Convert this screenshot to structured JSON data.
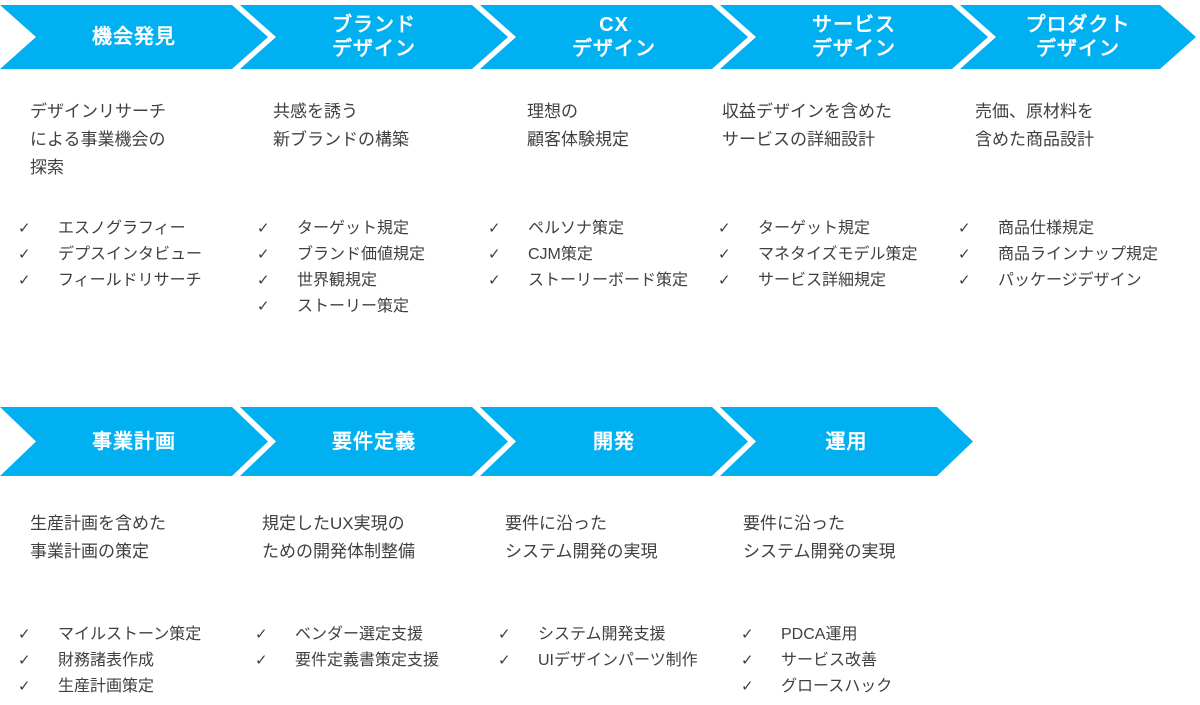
{
  "colors": {
    "chevron_blue": "#00B0F0",
    "title_text": "#ffffff",
    "body_text": "#404040"
  },
  "check_glyph": "✓",
  "rows": [
    {
      "name": "design-process",
      "stages": [
        {
          "title": "機会発見",
          "description": "デザインリサーチ\nによる事業機会の\n探索",
          "items": [
            "エスノグラフィー",
            "デプスインタビュー",
            "フィールドリサーチ"
          ]
        },
        {
          "title": "ブランド\nデザイン",
          "description": "共感を誘う\n新ブランドの構築",
          "items": [
            "ターゲット規定",
            "ブランド価値規定",
            "世界観規定",
            "ストーリー策定"
          ]
        },
        {
          "title": "CX\nデザイン",
          "description": "理想の\n顧客体験規定",
          "items": [
            "ペルソナ策定",
            "CJM策定",
            "ストーリーボード策定"
          ]
        },
        {
          "title": "サービス\nデザイン",
          "description": "収益デザインを含めた\nサービスの詳細設計",
          "items": [
            "ターゲット規定",
            "マネタイズモデル策定",
            "サービス詳細規定"
          ]
        },
        {
          "title": "プロダクト\nデザイン",
          "description": "売価、原材料を\n含めた商品設計",
          "items": [
            "商品仕様規定",
            "商品ラインナップ規定",
            "パッケージデザイン"
          ]
        }
      ]
    },
    {
      "name": "delivery-process",
      "stages": [
        {
          "title": "事業計画",
          "description": "生産計画を含めた\n事業計画の策定",
          "items": [
            "マイルストーン策定",
            "財務諸表作成",
            "生産計画策定"
          ]
        },
        {
          "title": "要件定義",
          "description": "規定したUX実現の\nための開発体制整備",
          "items": [
            "ベンダー選定支援",
            "要件定義書策定支援"
          ]
        },
        {
          "title": "開発",
          "description": "要件に沿った\nシステム開発の実現",
          "items": [
            "システム開発支援",
            "UIデザインパーツ制作"
          ]
        },
        {
          "title": "運用",
          "description": "要件に沿った\nシステム開発の実現",
          "items": [
            "PDCA運用",
            "サービス改善",
            "グロースハック"
          ]
        }
      ]
    }
  ]
}
